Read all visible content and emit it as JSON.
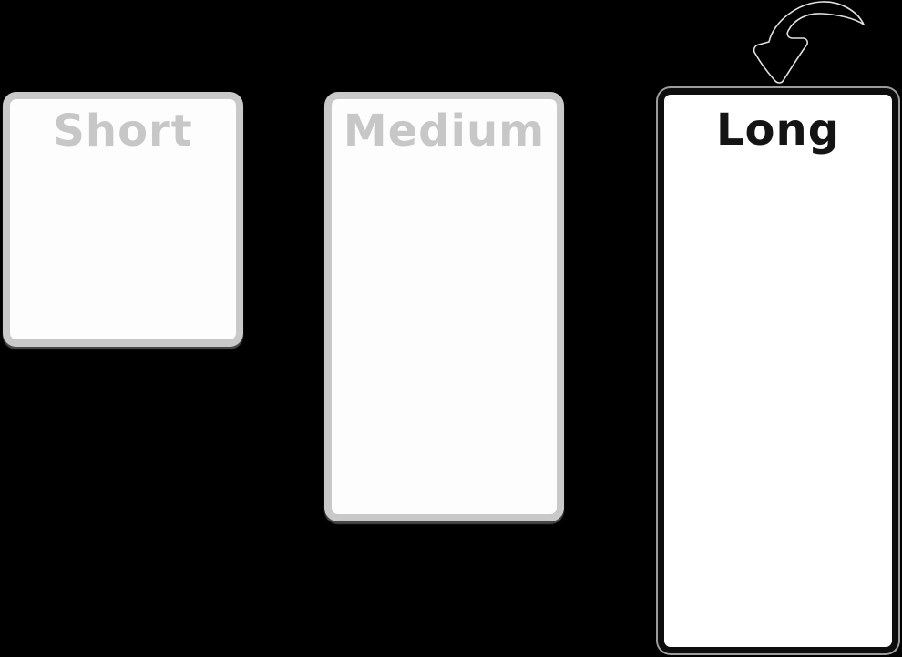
{
  "diagram": {
    "background_color": "#000000",
    "cards": [
      {
        "label": "Short",
        "size": "short",
        "fill_color": "#fdfdfd",
        "border_color": "#c9c9c9",
        "label_color": "#c7c7c7",
        "emphasized": false
      },
      {
        "label": "Medium",
        "size": "medium",
        "fill_color": "#fdfdfd",
        "border_color": "#c9c9c9",
        "label_color": "#c7c7c7",
        "emphasized": false
      },
      {
        "label": "Long",
        "size": "long",
        "fill_color": "#ffffff",
        "border_color": "#0d0d0d",
        "label_color": "#141414",
        "outline_color": "#9c9c9c",
        "emphasized": true
      }
    ],
    "arrow": {
      "icon": "curved-arrow-icon",
      "points_at": "Long",
      "fill_color": "#000000",
      "outline_color": "#e0e0e0"
    }
  }
}
